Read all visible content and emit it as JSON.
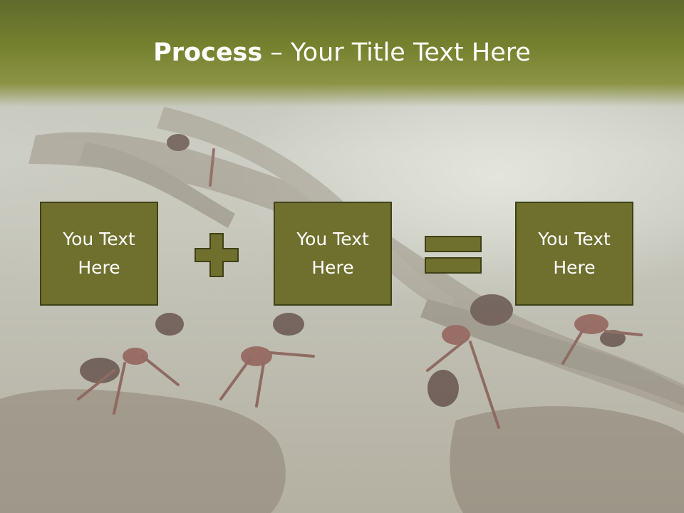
{
  "title": {
    "bold": "Process",
    "dash": " – ",
    "rest": "Your Title Text Here"
  },
  "boxes": [
    {
      "text": "You Text Here"
    },
    {
      "text": "You Text Here"
    },
    {
      "text": "You Text Here"
    }
  ],
  "operators": [
    "plus-icon",
    "equals-icon"
  ],
  "colors": {
    "header": "#77822f",
    "box_fill": "#6f6f2e",
    "box_border": "#3f4216",
    "text": "#ffffff"
  },
  "background": "ants-on-branch-photo"
}
